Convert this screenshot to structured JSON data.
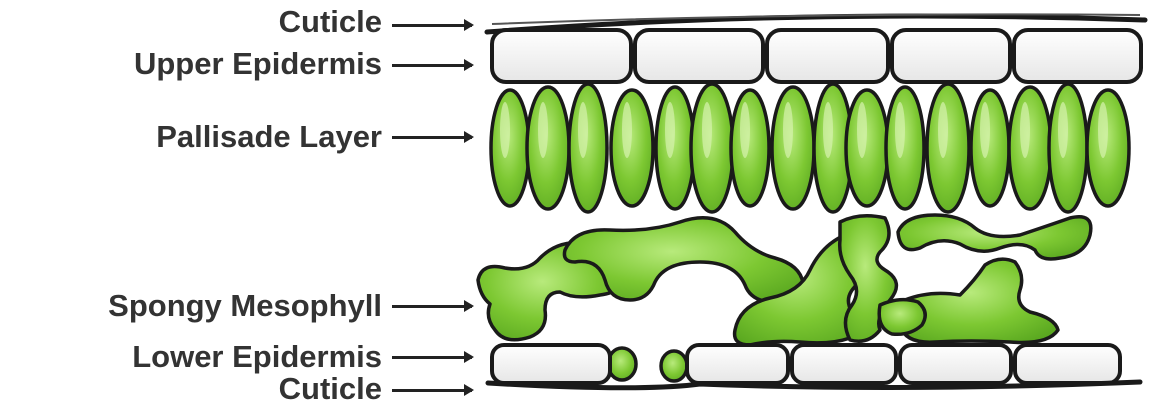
{
  "labels": {
    "cuticle_top": "Cuticle",
    "upper_epidermis": "Upper Epidermis",
    "palisade": "Pallisade Layer",
    "spongy": "Spongy Mesophyll",
    "lower_epidermis": "Lower Epidermis",
    "cuticle_bottom": "Cuticle"
  },
  "colors": {
    "cell_green": "#7dc832",
    "cell_green_light": "#a9e06a",
    "outline": "#1a1a1a",
    "epidermis_fill": "#f8f8f8"
  }
}
